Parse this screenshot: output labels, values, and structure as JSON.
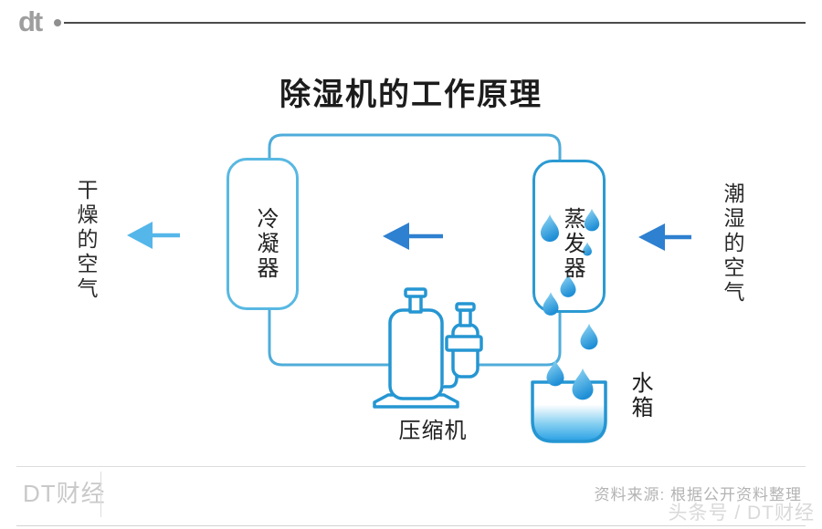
{
  "header": {
    "logo_text": "dt"
  },
  "title": "除湿机的工作原理",
  "diagram": {
    "left_air_label": "干燥的空气",
    "right_air_label": "潮湿的空气",
    "condenser_label": "冷凝器",
    "evaporator_label": "蒸发器",
    "compressor_label": "压缩机",
    "water_tank_label": "水箱",
    "flow_direction": "left",
    "colors": {
      "pipe": "#4facda",
      "condenser_border": "#58b8e2",
      "evaporator_border": "#2b9ad2",
      "machine_outline": "#2596d2",
      "light_arrow": "#55b6ea",
      "dark_arrow": "#2e80d0",
      "droplet_dark": "#1f8fd6",
      "droplet_light": "#9adcf6"
    }
  },
  "footer": {
    "brand": "DT财经",
    "source": "资料来源: 根据公开资料整理",
    "watermark": "头条号 / DT财经"
  }
}
